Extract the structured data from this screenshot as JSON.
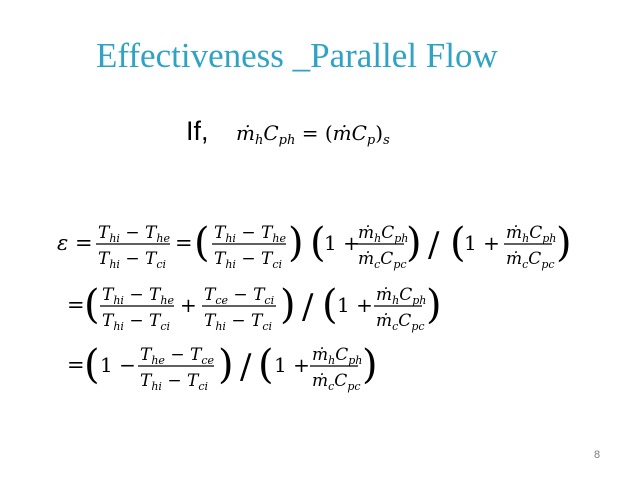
{
  "slide": {
    "title": "Effectiveness _Parallel Flow",
    "if_label": "If,",
    "page_number": "8"
  },
  "equations": {
    "condition": "ṁhCph = (ṁCp)s",
    "line1": "ε = (Thi − The)/(Thi − Tci) = ((Thi − The)/(Thi − Tci)) (1 + ṁhCph/ṁcCpc) / (1 + ṁhCph/ṁcCpc)",
    "line2": "= ((Thi − The)/(Thi − Tci) + (Tce − Tci)/(Thi − Tci)) / (1 + ṁhCph/ṁcCpc)",
    "line3": "= (1 − (The − Tce)/(Thi − Tci)) / (1 + ṁhCph/ṁcCpc)"
  }
}
